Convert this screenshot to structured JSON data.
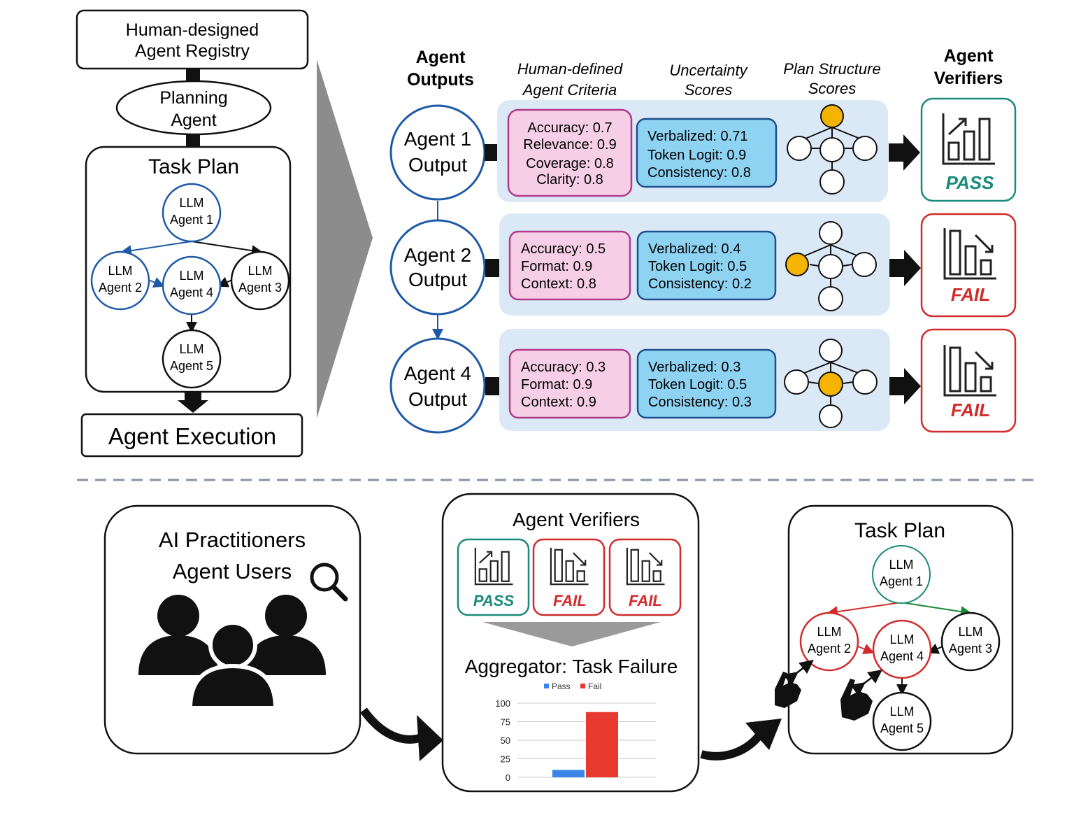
{
  "registry": {
    "line1": "Human-designed",
    "line2": "Agent Registry"
  },
  "planning_agent": {
    "line1": "Planning",
    "line2": "Agent"
  },
  "task_plan_top": {
    "title": "Task Plan",
    "nodes": [
      {
        "line1": "LLM",
        "line2": "Agent 1"
      },
      {
        "line1": "LLM",
        "line2": "Agent 2"
      },
      {
        "line1": "LLM",
        "line2": "Agent 4"
      },
      {
        "line1": "LLM",
        "line2": "Agent 3"
      },
      {
        "line1": "LLM",
        "line2": "Agent 5"
      }
    ]
  },
  "agent_execution": "Agent Execution",
  "headers": {
    "agent_outputs_1": "Agent",
    "agent_outputs_2": "Outputs",
    "criteria_1": "Human-defined",
    "criteria_2": "Agent Criteria",
    "uncertainty_1": "Uncertainty",
    "uncertainty_2": "Scores",
    "structure_1": "Plan Structure",
    "structure_2": "Scores",
    "verifiers_1": "Agent",
    "verifiers_2": "Verifiers"
  },
  "rows": [
    {
      "agent_line1": "Agent 1",
      "agent_line2": "Output",
      "criteria": [
        "Accuracy: 0.7",
        "Relevance: 0.9",
        "Coverage: 0.8",
        "Clarity: 0.8"
      ],
      "uncertainty": [
        "Verbalized: 0.71",
        "Token Logit: 0.9",
        "Consistency: 0.8"
      ],
      "verdict": "PASS"
    },
    {
      "agent_line1": "Agent 2",
      "agent_line2": "Output",
      "criteria": [
        "Accuracy: 0.5",
        "Format: 0.9",
        "Context: 0.8"
      ],
      "uncertainty": [
        "Verbalized: 0.4",
        "Token Logit: 0.5",
        "Consistency: 0.2"
      ],
      "verdict": "FAIL"
    },
    {
      "agent_line1": "Agent 4",
      "agent_line2": "Output",
      "criteria": [
        "Accuracy: 0.3",
        "Format: 0.9",
        "Context: 0.9"
      ],
      "uncertainty": [
        "Verbalized: 0.3",
        "Token Logit: 0.5",
        "Consistency: 0.3"
      ],
      "verdict": "FAIL"
    }
  ],
  "users": {
    "line1": "AI Practitioners",
    "line2": "Agent Users"
  },
  "verifiers_panel": {
    "title": "Agent Verifiers",
    "verdicts": [
      "PASS",
      "FAIL",
      "FAIL"
    ],
    "aggregator": "Aggregator: Task Failure"
  },
  "task_plan_bottom": {
    "title": "Task Plan",
    "nodes": [
      {
        "line1": "LLM",
        "line2": "Agent 1"
      },
      {
        "line1": "LLM",
        "line2": "Agent 2"
      },
      {
        "line1": "LLM",
        "line2": "Agent 4"
      },
      {
        "line1": "LLM",
        "line2": "Agent 3"
      },
      {
        "line1": "LLM",
        "line2": "Agent 5"
      }
    ]
  },
  "colors": {
    "blue": "#1f5aa6",
    "pass": "#1a8a7a",
    "fail": "#d22b2b",
    "pink_fill": "#f6cfe6",
    "pink_stroke": "#b03a8a",
    "cyan_fill": "#8fd3f2",
    "cyan_stroke": "#1e4f8c",
    "row_bg": "#dbe9f7",
    "yellow": "#f5b400"
  },
  "chart_data": {
    "type": "bar",
    "categories": [
      "Pass",
      "Fail"
    ],
    "series": [
      {
        "name": "Pass",
        "values": [
          10
        ]
      },
      {
        "name": "Fail",
        "values": [
          88
        ]
      }
    ],
    "ylim": [
      0,
      100
    ],
    "yticks": [
      "0",
      "25",
      "50",
      "75",
      "100"
    ],
    "colors": [
      "#3a86e8",
      "#e8392f"
    ],
    "legend": "top"
  }
}
